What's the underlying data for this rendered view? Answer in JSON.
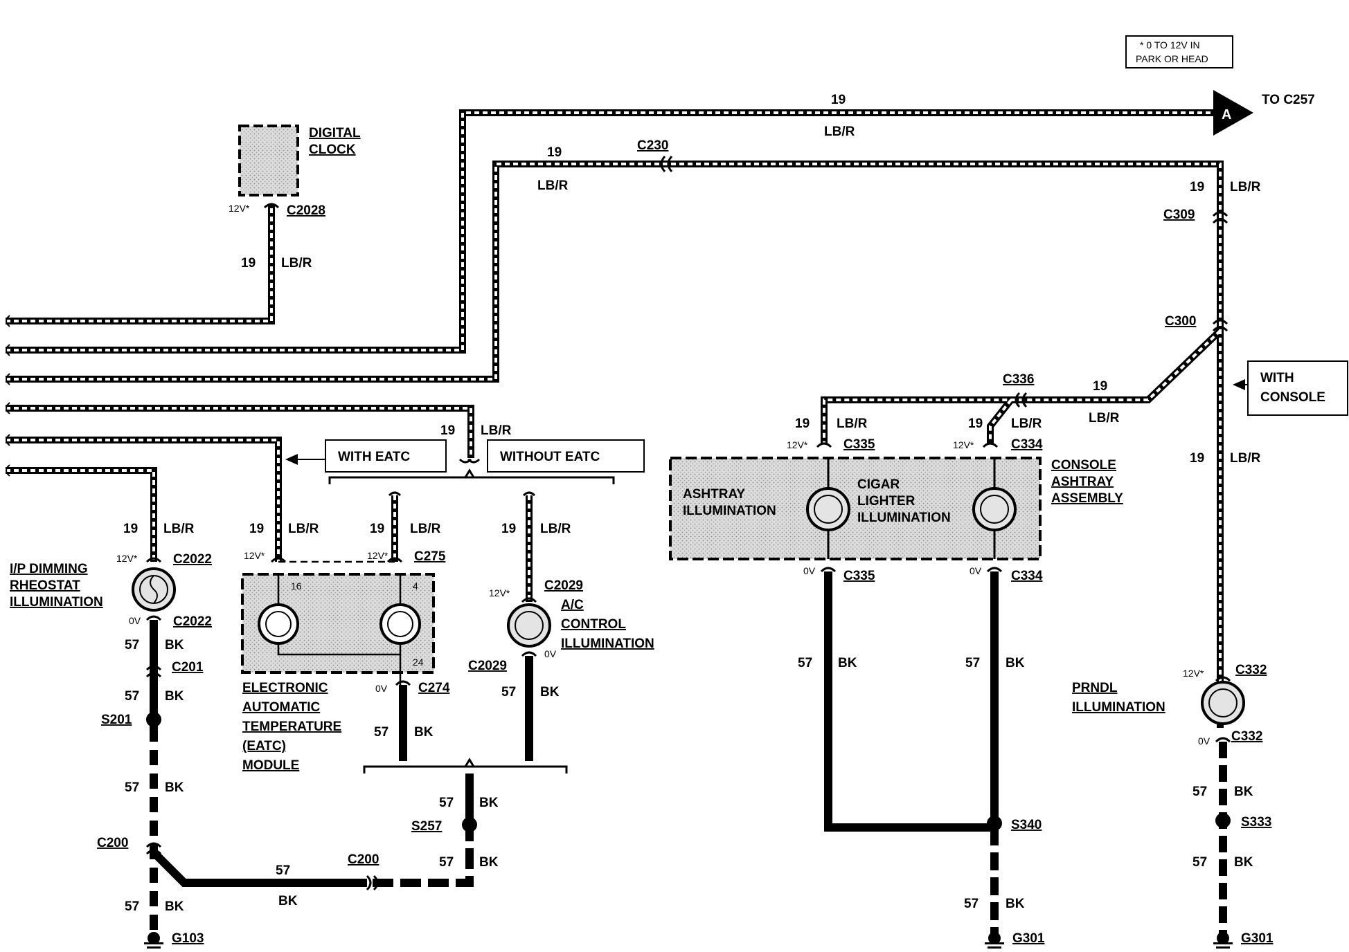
{
  "note": {
    "line1": "* 0 TO 12V IN",
    "line2": "PARK OR HEAD"
  },
  "offpage": {
    "letter": "A",
    "label": "TO C257"
  },
  "circuits": {
    "lbr_num": "19",
    "lbr_color": "LB/R",
    "bk_num": "57",
    "bk_color": "BK"
  },
  "voltages": {
    "v12": "12V*",
    "v0": "0V"
  },
  "connectors": {
    "c230": "C230",
    "c309": "C309",
    "c300": "C300",
    "c336": "C336",
    "c2028": "C2028",
    "c2022": "C2022",
    "c201": "C201",
    "c275": "C275",
    "c274": "C274",
    "c2029": "C2029",
    "c335": "C335",
    "c334": "C334",
    "c332": "C332",
    "c200": "C200"
  },
  "splices": {
    "s201": "S201",
    "s257": "S257",
    "s340": "S340",
    "s333": "S333"
  },
  "grounds": {
    "g103": "G103",
    "g301": "G301"
  },
  "options": {
    "with_eatc": "WITH EATC",
    "without_eatc": "WITHOUT EATC",
    "with_console_1": "WITH",
    "with_console_2": "CONSOLE"
  },
  "components": {
    "digital_clock": [
      "DIGITAL",
      "CLOCK"
    ],
    "ip_dimming": [
      "I/P DIMMING",
      "RHEOSTAT",
      "ILLUMINATION"
    ],
    "eatc_module": [
      "ELECTRONIC",
      "AUTOMATIC",
      "TEMPERATURE",
      "(EATC)",
      "MODULE"
    ],
    "eatc_pins": {
      "p16": "16",
      "p4": "4",
      "p24": "24"
    },
    "ac_control": [
      "A/C",
      "CONTROL",
      "ILLUMINATION"
    ],
    "ashtray": [
      "ASHTRAY",
      "ILLUMINATION"
    ],
    "cigar": [
      "CIGAR",
      "LIGHTER",
      "ILLUMINATION"
    ],
    "console_ashtray": [
      "CONSOLE",
      "ASHTRAY",
      "ASSEMBLY"
    ],
    "prndl": [
      "PRNDL",
      "ILLUMINATION"
    ]
  }
}
